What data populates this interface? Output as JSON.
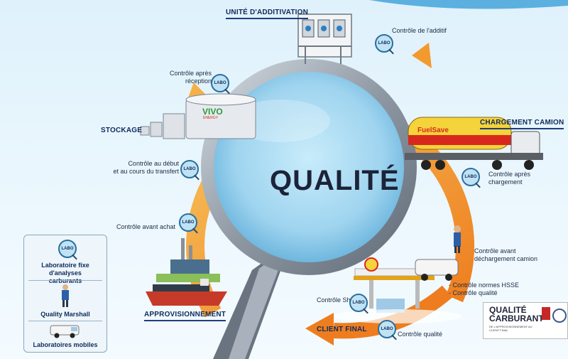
{
  "center": {
    "title": "QUALITÉ"
  },
  "sections": {
    "additivation": "UNITÉ D'ADDITIVATION",
    "chargement": "CHARGEMENT CAMION",
    "stockage": "STOCKAGE",
    "approvisionnement": "APPROVISIONNEMENT",
    "client_final": "CLIENT FINAL"
  },
  "controls": {
    "additif": "Contrôle de l'additif",
    "apres_reception_1": "Contrôle après",
    "apres_reception_2": "réception",
    "debut_transfert_1": "Contrôle au début",
    "debut_transfert_2": "et au cours du transfert",
    "avant_achat": "Contrôle avant achat",
    "apres_chargement_1": "Contrôle après",
    "apres_chargement_2": "chargement",
    "avant_dechargement_1": "Contrôle avant",
    "avant_dechargement_2": "déchargement camion",
    "normes_hsse": "- Contrôle normes HSSE",
    "qualite_list": "- Contrôle qualité",
    "shell": "Contrôle Shell",
    "qualite_final": "Contrôle qualité"
  },
  "labo_badge": "LABO",
  "legend": {
    "item1_line1": "Laboratoire fixe d'analyses",
    "item1_line2": "carburants",
    "item2": "Quality Marshall",
    "item3": "Laboratoires mobiles"
  },
  "tanks": {
    "brand": "VIVO",
    "brand_sub": "ENERGY"
  },
  "truck": {
    "brand": "FuelSave"
  },
  "certificate": {
    "line1": "QUALITÉ",
    "line2": "CARBURANT",
    "small": "DE L'APPROVISIONNEMENT AU CLIENT FINAL"
  },
  "colors": {
    "arc_orange": "#f29a2e",
    "arc_light": "#f7c25a",
    "lens_blue": "#9fd4ef",
    "rim_grey": "#9aa3ad",
    "text_navy": "#0f2b5b"
  }
}
